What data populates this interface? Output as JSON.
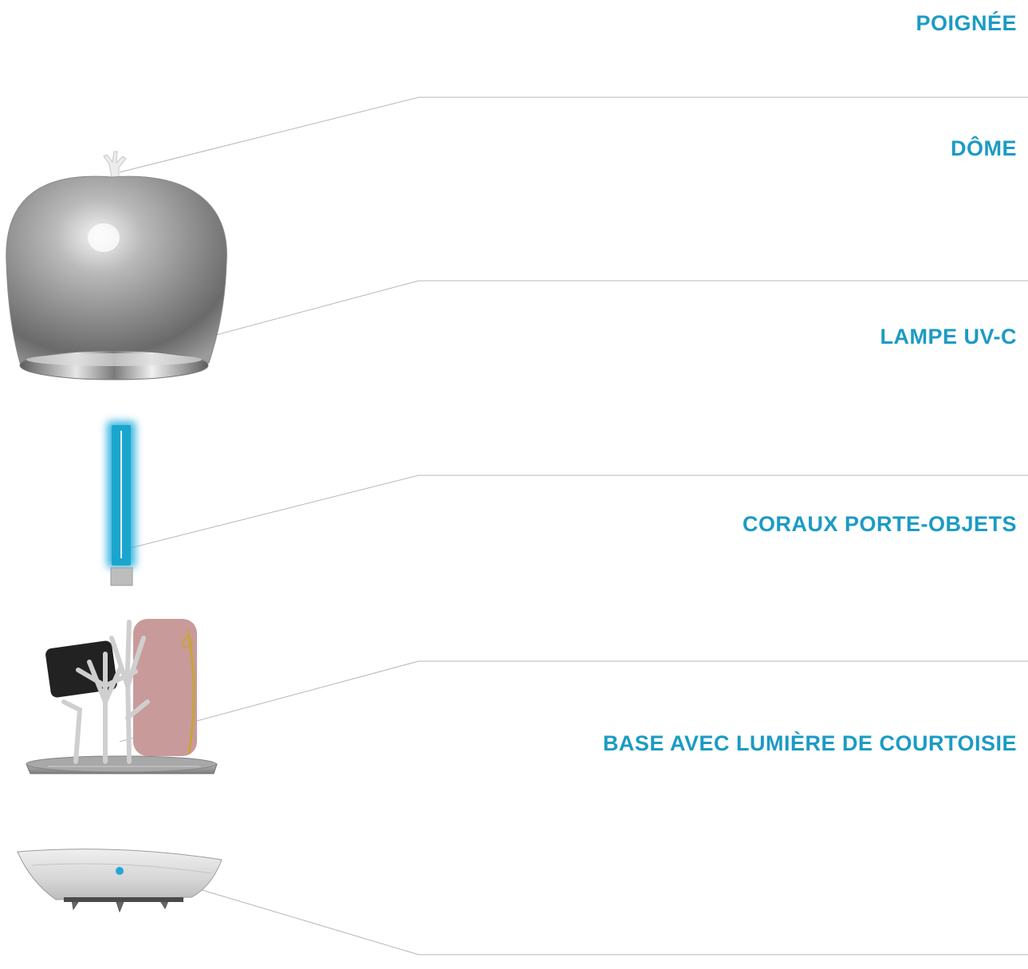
{
  "labels": {
    "handle": "POIGNÉE",
    "dome": "DÔME",
    "uv_lamp": "LAMPE UV-C",
    "corals": "CORAUX PORTE-OBJETS",
    "base": "BASE AVEC LUMIÈRE DE COURTOISIE"
  },
  "colors": {
    "label": "#1B9BC4",
    "leader_line": "#b7b7b7",
    "uv_glow": "#3fb8e0",
    "uv_tube": "#1aa6cc",
    "courtesy_light": "#23a6d9",
    "pouch": "#c99a9a",
    "zipper": "#c8a43c",
    "phone": "#222222"
  }
}
